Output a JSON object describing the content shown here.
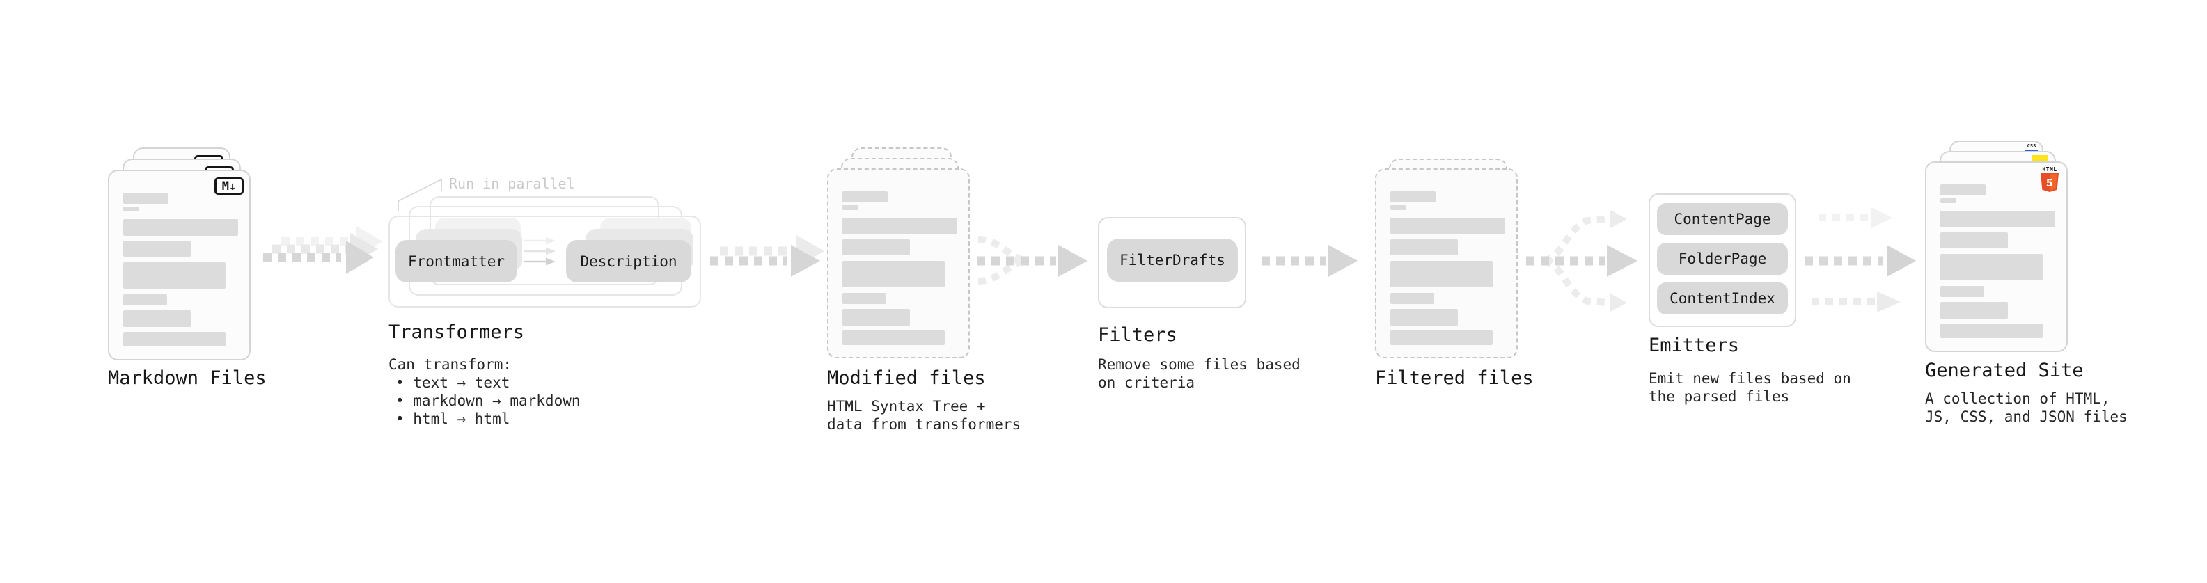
{
  "diagram": {
    "stages": {
      "markdown_files": {
        "label": "Markdown Files",
        "badge": "M↓"
      },
      "transformers": {
        "label": "Transformers",
        "annotation": "Run in parallel",
        "chip_left": "Frontmatter",
        "chip_right": "Description",
        "caption_title": "Can transform:",
        "bullet_1": "• text → text",
        "bullet_2": "• markdown → markdown",
        "bullet_3": "• html → html"
      },
      "modified_files": {
        "label": "Modified files",
        "caption_line_1": "HTML Syntax Tree +",
        "caption_line_2": "data from transformers"
      },
      "filters": {
        "label": "Filters",
        "chip": "FilterDrafts",
        "caption_line_1": "Remove some files based",
        "caption_line_2": "on criteria"
      },
      "filtered_files": {
        "label": "Filtered files"
      },
      "emitters": {
        "label": "Emitters",
        "chip_1": "ContentPage",
        "chip_2": "FolderPage",
        "chip_3": "ContentIndex",
        "caption_line_1": "Emit new files based on",
        "caption_line_2": "the parsed files"
      },
      "generated_site": {
        "label": "Generated Site",
        "caption_line_1": "A collection of HTML,",
        "caption_line_2": "JS, CSS, and JSON files",
        "badge_css": "CSS",
        "badge_html": "HTML",
        "badge_html_number": "5"
      }
    },
    "colors": {
      "accent_css": "#2761ee",
      "accent_js": "#ffe41c",
      "accent_html": "#e44d26",
      "accent_html_light": "#f16529"
    }
  }
}
